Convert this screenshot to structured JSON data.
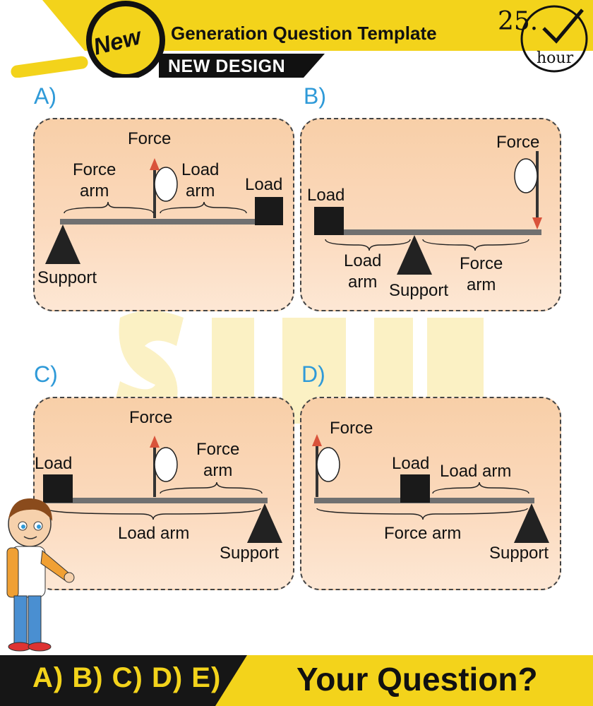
{
  "header": {
    "badge": "New",
    "title": "Generation Question Template",
    "subtitle": "NEW DESIGN",
    "timer_value": "25.",
    "timer_unit": "hour"
  },
  "options": [
    {
      "letter": "A)",
      "force": "Force",
      "force_arm": "Force\narm",
      "load_arm": "Load\narm",
      "load": "Load",
      "support": "Support"
    },
    {
      "letter": "B)",
      "force": "Force",
      "force_arm": "Force\narm",
      "load_arm": "Load\narm",
      "load": "Load",
      "support": "Support"
    },
    {
      "letter": "C)",
      "force": "Force",
      "force_arm": "Force\narm",
      "load_arm": "Load arm",
      "load": "Load",
      "support": "Support"
    },
    {
      "letter": "D)",
      "force": "Force",
      "force_arm": "Force arm",
      "load_arm": "Load arm",
      "load": "Load",
      "support": "Support"
    }
  ],
  "footer": {
    "answers": "A) B) C) D) E)",
    "question": "Your Question?"
  },
  "colors": {
    "yellow": "#f3d31b",
    "blue": "#2f9ad8",
    "panel": "#f8cfa8",
    "black": "#1a1a1a"
  }
}
